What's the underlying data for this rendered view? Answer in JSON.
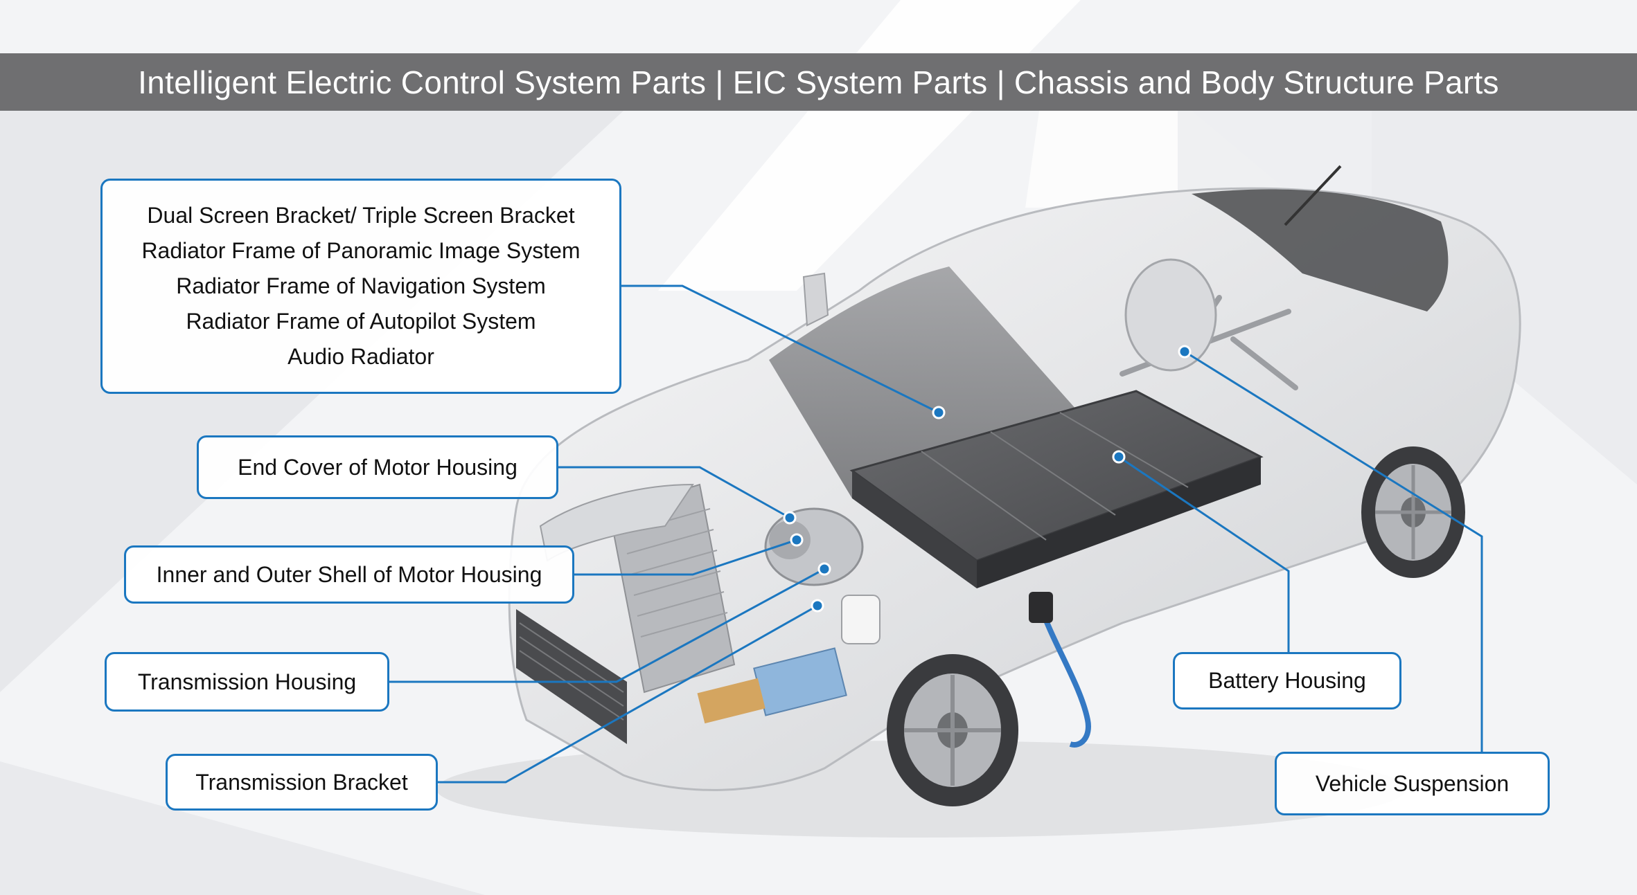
{
  "header": {
    "title": "Intelligent Electric Control System Parts | EIC System Parts | Chassis and Body Structure Parts"
  },
  "colors": {
    "header_bg": "#6f6f71",
    "accent": "#1b77c0",
    "car_body": "#e9eaec",
    "battery": "#5f6063"
  },
  "callouts": {
    "eic_parts": {
      "items": [
        "Dual Screen Bracket/ Triple Screen Bracket",
        "Radiator Frame of Panoramic Image System",
        "Radiator Frame of Navigation System",
        "Radiator Frame of Autopilot System",
        "Audio Radiator"
      ]
    },
    "end_cover": {
      "label": "End Cover of Motor Housing"
    },
    "motor_shell": {
      "label": "Inner and Outer Shell of Motor Housing"
    },
    "transmission_housing": {
      "label": "Transmission Housing"
    },
    "transmission_bracket": {
      "label": "Transmission Bracket"
    },
    "battery_housing": {
      "label": "Battery Housing"
    },
    "vehicle_suspension": {
      "label": "Vehicle Suspension"
    }
  }
}
